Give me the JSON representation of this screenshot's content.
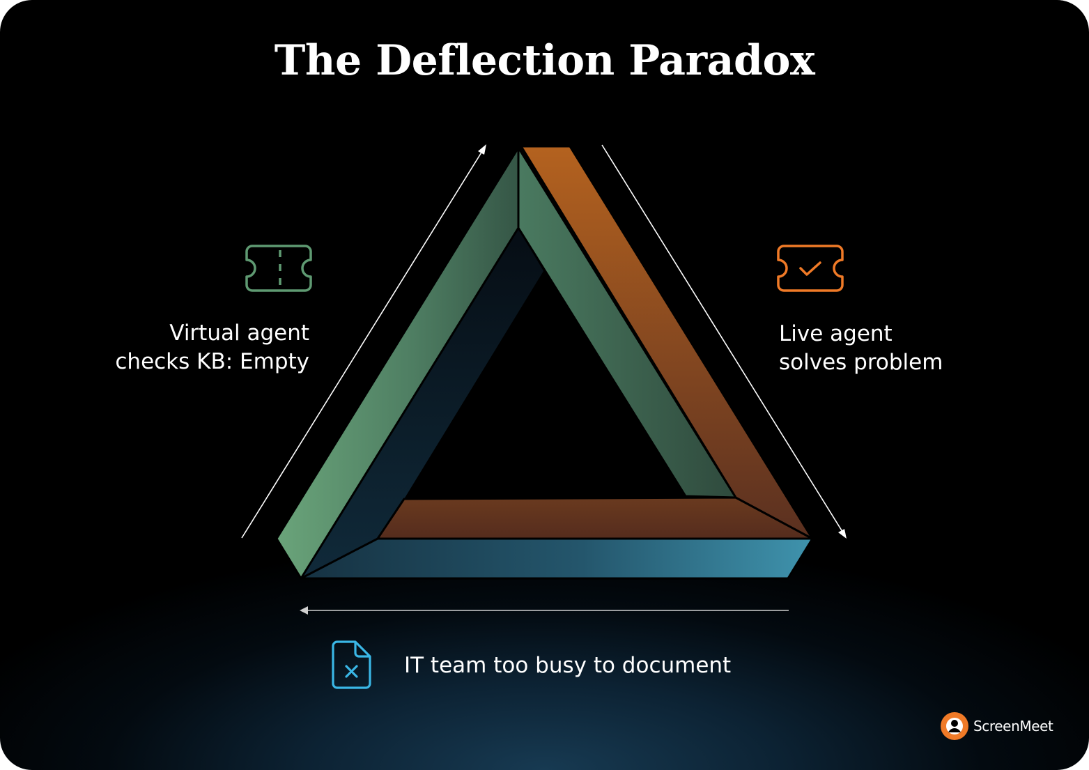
{
  "title": "The Deflection Paradox",
  "labels": {
    "left": [
      "Virtual agent",
      "checks KB: Empty"
    ],
    "right": [
      "Live agent",
      "solves problem"
    ],
    "bottom": "IT team too busy to document"
  },
  "brand": {
    "name": "ScreenMeet"
  },
  "icons": {
    "left": "ticket-icon",
    "right": "ticket-check-icon",
    "bottom": "file-x-icon",
    "brand": "screenmeet-logo-icon"
  },
  "colors": {
    "background": "#000000",
    "green": "#5f9a72",
    "orange": "#f07a27",
    "blue": "#3ab7e6",
    "teal_bar": "#3d8fa8",
    "brown_bar": "#5a2f1f"
  }
}
